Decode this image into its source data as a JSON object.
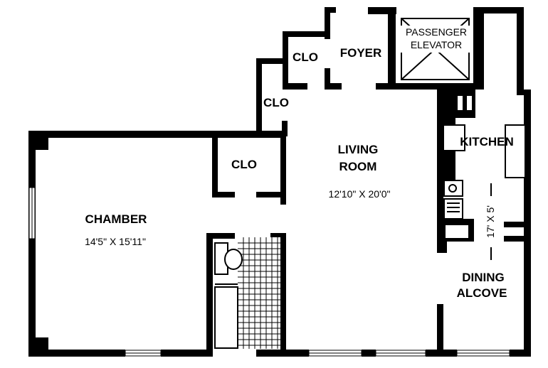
{
  "floorplan": {
    "rooms": {
      "foyer": "FOYER",
      "elevator_line1": "PASSENGER",
      "elevator_line2": "ELEVATOR",
      "kitchen": "KITCHEN",
      "living_line1": "LIVING",
      "living_line2": "ROOM",
      "living_dim": "12'10\" X 20'0\"",
      "chamber": "CHAMBER",
      "chamber_dim": "14'5\" X 15'11\"",
      "dining_line1": "DINING",
      "dining_line2": "ALCOVE",
      "dining_dim": "17' X 5'"
    },
    "closets": {
      "clo_top": "CLO",
      "clo_mid": "CLO",
      "clo_chamber": "CLO"
    },
    "colors": {
      "wall": "#000000",
      "background": "#ffffff",
      "tile_grid": "#000000"
    }
  }
}
